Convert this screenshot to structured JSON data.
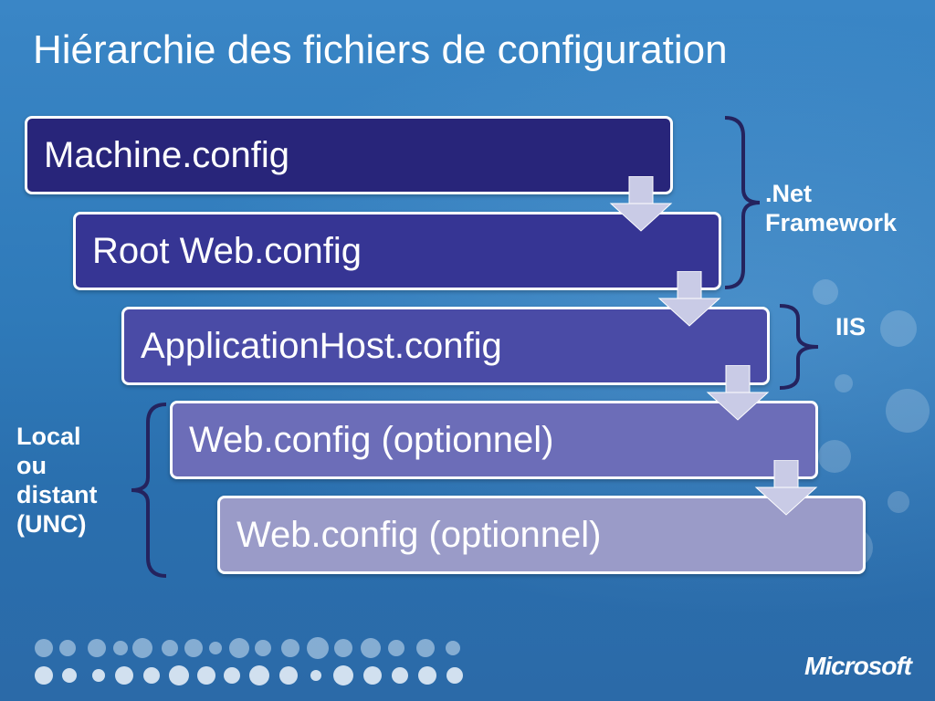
{
  "slide": {
    "title": "Hiérarchie des fichiers de configuration"
  },
  "tiers": [
    {
      "label": "Machine.config"
    },
    {
      "label": "Root Web.config"
    },
    {
      "label": "ApplicationHost.config"
    },
    {
      "label": "Web.config (optionnel)"
    },
    {
      "label": "Web.config (optionnel)"
    }
  ],
  "groups": {
    "net_framework": ".Net\nFramework",
    "iis": "IIS",
    "local": "Local\nou\ndistant\n(UNC)"
  },
  "footer": {
    "logo": "Microsoft"
  },
  "colors": {
    "background": "#2f7ab9",
    "tier1": "#28257a",
    "tier2": "#363594",
    "tier3": "#4a4ba6",
    "tier4": "#6c6db8",
    "tier5": "#9a9bc8",
    "bracket": "#24235e",
    "arrow": "#c9cbe6"
  }
}
